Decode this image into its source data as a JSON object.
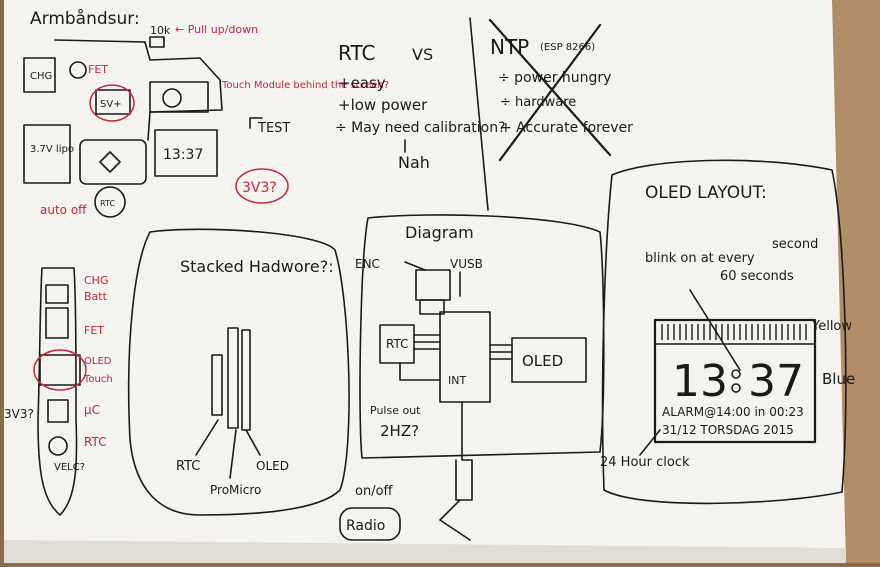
{
  "colors": {
    "ink": "#1b1b1b",
    "red_ink": "#c8283c",
    "paper": "#f4f3ef",
    "desk": "#8a6a4a"
  },
  "armband": {
    "title": "Armbåndsur:",
    "label_10k": "10k",
    "pull_note": "← Pull up/down",
    "chg": "CHG",
    "fet": "FET",
    "batt": "3.7V lipo",
    "svt": "SV+",
    "touch_note": "Touch Module behind the screen?",
    "test": "TEST",
    "clock": "13:37",
    "rtc": "RTC",
    "auto_off": "auto off",
    "v3v3": "3V3?"
  },
  "rtc_vs_ntp": {
    "rtc": "RTC",
    "vs": "VS",
    "easy": "+easy",
    "low_power": "+low power",
    "calibration": "÷ May need calibration?",
    "nah": "Nah",
    "ntp": "NTP",
    "esp": "(ESP 8266)",
    "power_hungry": "÷ power hungry",
    "hardware": "÷ hardware",
    "accurate": "+ Accurate forever"
  },
  "side_strip": {
    "chg": "CHG",
    "batt": "Batt",
    "fet": "FET",
    "oled": "OLED",
    "touch": "Touch",
    "uc": "µC",
    "rtc": "RTC",
    "v3v3": "3V3?",
    "velc": "VELC?"
  },
  "stacked": {
    "title": "Stacked Hadwore?:",
    "rtc": "RTC",
    "promicro": "ProMicro",
    "oled": "OLED"
  },
  "diagram": {
    "title": "Diagram",
    "enc": "ENC",
    "vusb": "VUSB",
    "rtc": "RTC",
    "int": "INT",
    "pulse": "Pulse out",
    "hz": "2HZ?",
    "oled": "OLED",
    "onoff": "on/off",
    "radio": "Radio"
  },
  "oled_layout": {
    "title": "OLED LAYOUT:",
    "blink": "blink on at every",
    "second": "second",
    "sixty": "60 seconds",
    "yellow": "Yellow",
    "blue": "Blue",
    "hh": "13",
    "mm": "37",
    "alarm": "ALARM@14:00 in 00:23",
    "date": "31/12 TORSDAG 2015",
    "hour24": "24 Hour clock"
  }
}
